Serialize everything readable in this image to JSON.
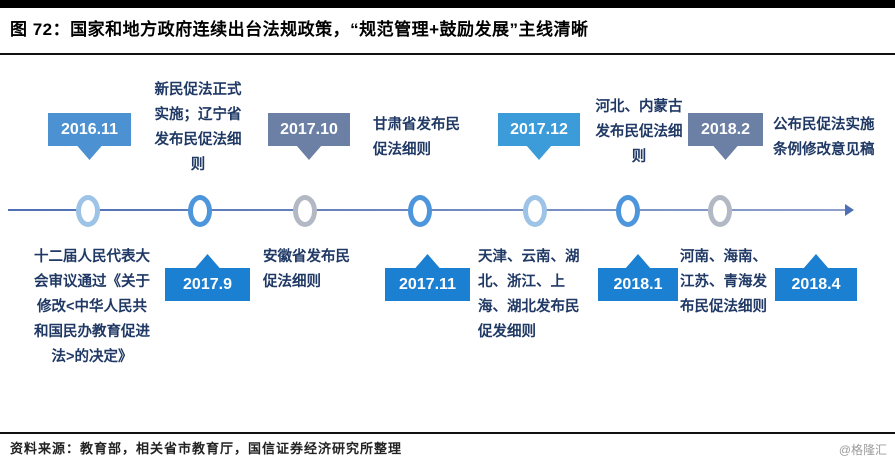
{
  "header": {
    "title": "图 72：国家和地方政府连续出台法规政策，“规范管理+鼓励发展”主线清晰"
  },
  "timeline": {
    "badges_top": [
      {
        "date": "2016.11",
        "variant": "medium-blue"
      },
      {
        "date": "2017.10",
        "variant": "slate"
      },
      {
        "date": "2017.12",
        "variant": "light-blue"
      },
      {
        "date": "2018.2",
        "variant": "slate"
      }
    ],
    "badges_bottom": [
      {
        "date": "2017.9",
        "variant": "bright-blue"
      },
      {
        "date": "2017.11",
        "variant": "bright-blue"
      },
      {
        "date": "2018.1",
        "variant": "bright-blue"
      },
      {
        "date": "2018.4",
        "variant": "bright-blue"
      }
    ],
    "notes_top": [
      {
        "text": "新民促法正式实施；辽宁省发布民促法细则"
      },
      {
        "text": "甘肃省发布民促法细则"
      },
      {
        "text": "河北、内蒙古发布民促法细则"
      },
      {
        "text": "公布民促法实施条例修改意见稿"
      }
    ],
    "notes_bottom": [
      {
        "text": "十二届人民代表大会审议通过《关于修改<中华人民共和国民办教育促进法>的决定》"
      },
      {
        "text": "安徽省发布民促法细则"
      },
      {
        "text": "天津、云南、湖北、浙江、上海、湖北发布民促发细则"
      },
      {
        "text": "河南、海南、江苏、青海发布民促法细则"
      }
    ],
    "ring_colors": [
      "light",
      "blue",
      "gray",
      "blue",
      "light",
      "blue",
      "gray"
    ]
  },
  "footer": {
    "source": "资料来源：教育部，相关省市教育厅，国信证券经济研究所整理",
    "watermark": "@格隆汇"
  },
  "colors": {
    "badge_medium_blue": "#4c92d2",
    "badge_light_blue": "#3c9bd9",
    "badge_slate": "#6c80a5",
    "badge_bright_blue": "#1b7fd2",
    "text_navy": "#1f3864",
    "line_blue": "#4e6fb5",
    "ring_light": "#9dc3e6",
    "ring_blue": "#4d96db",
    "ring_gray": "#b3b9c4"
  }
}
